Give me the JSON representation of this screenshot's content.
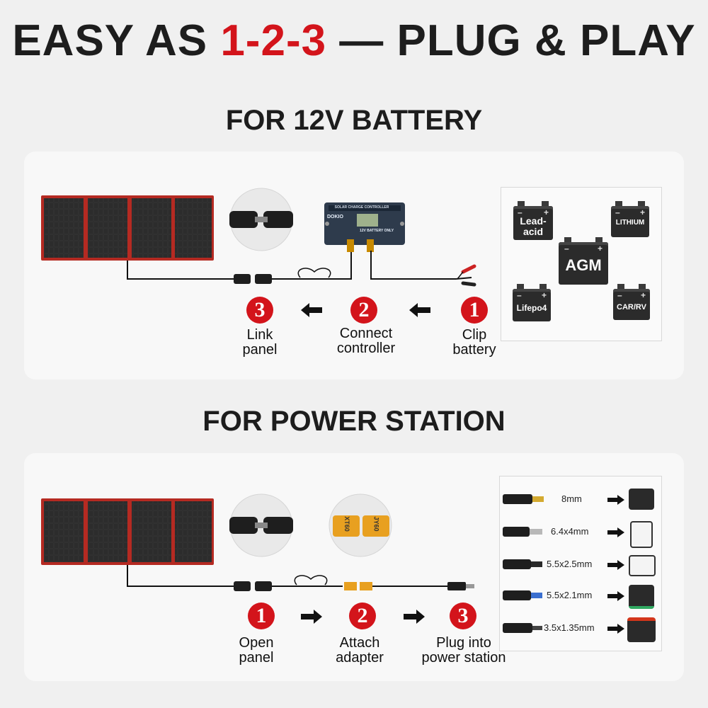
{
  "headline": {
    "pre": "EASY AS ",
    "highlight": "1-2-3",
    "post": " — PLUG & PLAY"
  },
  "battery_section": {
    "title": "FOR 12V BATTERY",
    "controller": {
      "title": "SOLAR CHARGE CONTROLLER",
      "brand": "DOKIO",
      "subtitle": "12V BATTERY ONLY"
    },
    "steps": [
      {
        "number": "3",
        "line1": "Link",
        "line2": "panel"
      },
      {
        "number": "2",
        "line1": "Connect",
        "line2": "controller"
      },
      {
        "number": "1",
        "line1": "Clip",
        "line2": "battery"
      }
    ],
    "battery_types": [
      {
        "line1": "Lead-",
        "line2": "acid"
      },
      {
        "label": "LITHIUM"
      },
      {
        "label": "AGM"
      },
      {
        "label": "Lifepo4"
      },
      {
        "label": "CAR/RV"
      }
    ]
  },
  "station_section": {
    "title": "FOR POWER STATION",
    "adapter_left": "XT60",
    "adapter_right": "JY60",
    "steps": [
      {
        "number": "1",
        "line1": "Open",
        "line2": "panel"
      },
      {
        "number": "2",
        "line1": "Attach",
        "line2": "adapter"
      },
      {
        "number": "3",
        "line1": "Plug into",
        "line2": "power station"
      }
    ],
    "plug_sizes": [
      "8mm",
      "6.4x4mm",
      "5.5x2.5mm",
      "5.5x2.1mm",
      "3.5x1.35mm"
    ]
  },
  "colors": {
    "accent_red": "#d3141b",
    "panel_border": "#b52a22",
    "dark": "#1d1d1d"
  }
}
